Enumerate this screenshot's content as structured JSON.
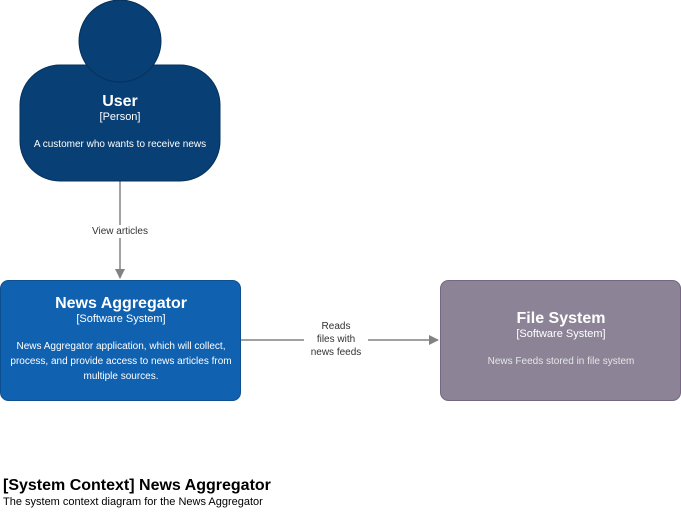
{
  "nodes": {
    "user": {
      "title": "User",
      "type": "[Person]",
      "description": "A customer who wants to receive news",
      "fill": "#083F75",
      "stroke": "#06315C"
    },
    "news_aggregator": {
      "title": "News Aggregator",
      "type": "[Software System]",
      "description": "News Aggregator application, which will collect, process, and provide access to news articles from multiple sources.",
      "fill": "#1061B0",
      "stroke": "#0D5091"
    },
    "file_system": {
      "title": "File System",
      "type": "[Software System]",
      "description": "News Feeds stored in file system",
      "fill": "#8C8496",
      "stroke": "#736782"
    }
  },
  "edges": {
    "view_articles": {
      "label": "View articles"
    },
    "reads_files": {
      "label_line1": "Reads",
      "label_line2": "files with",
      "label_line3": "news feeds"
    }
  },
  "caption": {
    "title": "[System Context] News Aggregator",
    "subtitle": "The system context diagram for the News Aggregator"
  },
  "colors": {
    "edge": "#828282",
    "text_on_node": "#FFFFFF",
    "file_system_description": "#E6E6E6"
  }
}
